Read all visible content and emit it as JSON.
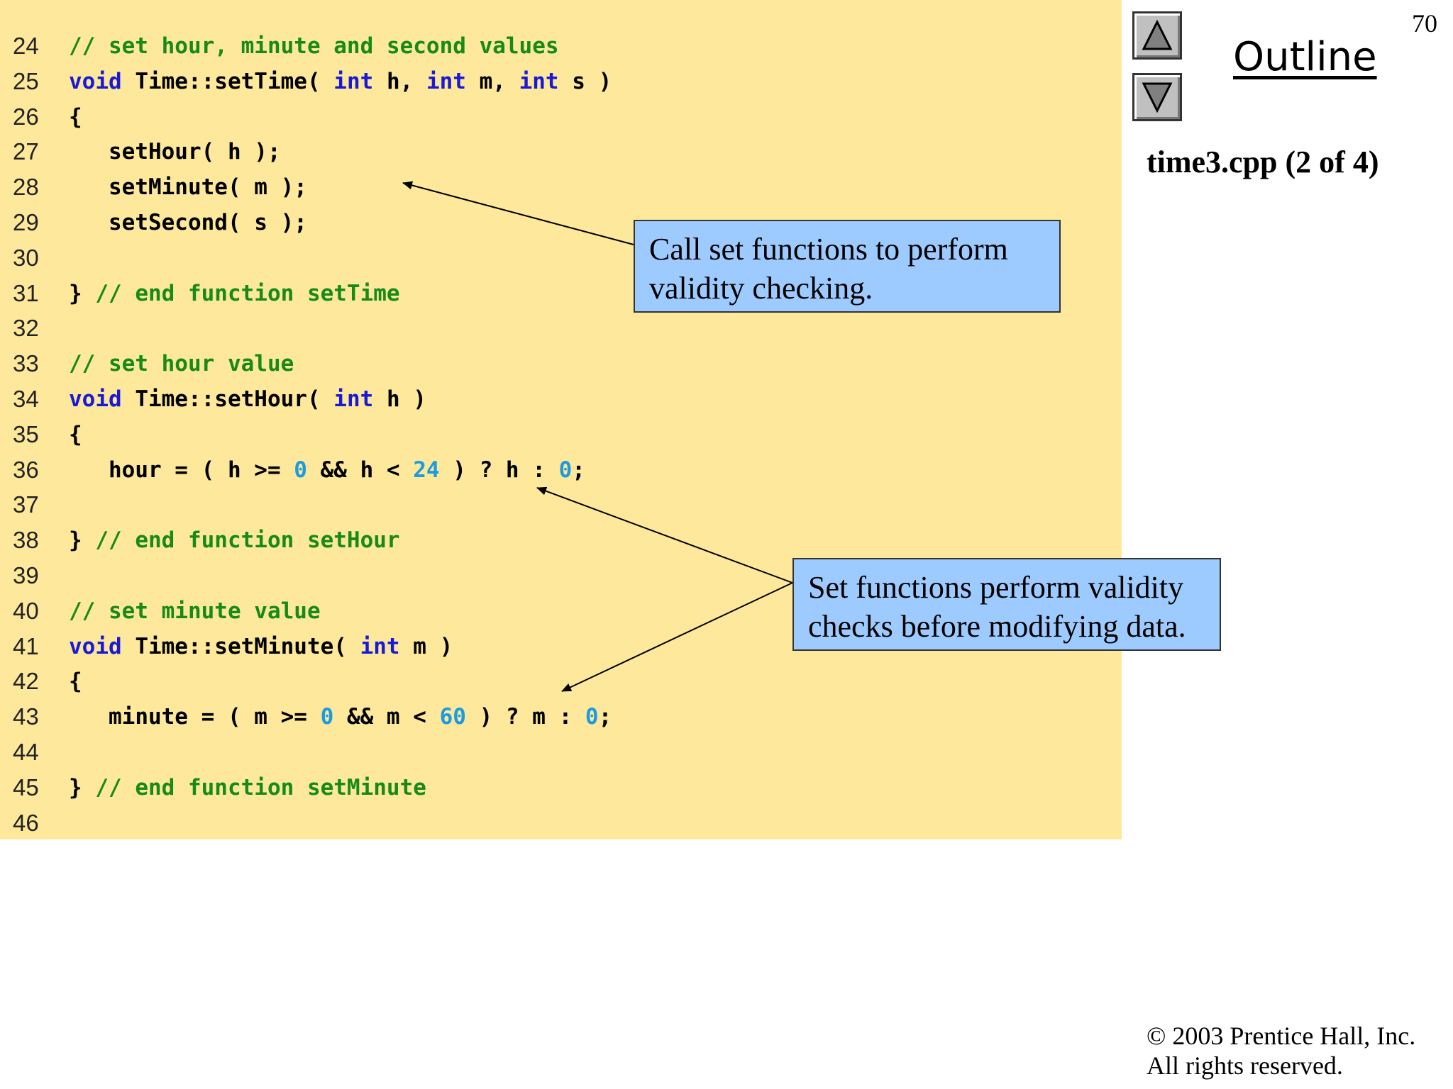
{
  "slide": {
    "page_number": "70",
    "outline_label": "Outline",
    "file_title": "time3.cpp (2 of 4)",
    "copyright_line1": "© 2003 Prentice Hall, Inc.",
    "copyright_line2": "All rights reserved."
  },
  "nav": {
    "up_icon": "triangle-up-icon",
    "down_icon": "triangle-down-icon"
  },
  "colors": {
    "code_background": "#fde89b",
    "keyword": "#1a1ad6",
    "comment": "#178a17",
    "number": "#1d9be0",
    "callout_background": "#9ecbff"
  },
  "code": {
    "lines": [
      {
        "n": "24",
        "tokens": [
          {
            "t": "// set hour, minute and second values",
            "c": "cm"
          }
        ]
      },
      {
        "n": "25",
        "tokens": [
          {
            "t": "void",
            "c": "kw"
          },
          {
            "t": " Time::setTime( ",
            "c": "plain"
          },
          {
            "t": "int",
            "c": "kw"
          },
          {
            "t": " h, ",
            "c": "plain"
          },
          {
            "t": "int",
            "c": "kw"
          },
          {
            "t": " m, ",
            "c": "plain"
          },
          {
            "t": "int",
            "c": "kw"
          },
          {
            "t": " s )",
            "c": "plain"
          }
        ]
      },
      {
        "n": "26",
        "tokens": [
          {
            "t": "{",
            "c": "plain"
          }
        ]
      },
      {
        "n": "27",
        "tokens": [
          {
            "t": "   setHour( h );",
            "c": "plain"
          }
        ]
      },
      {
        "n": "28",
        "tokens": [
          {
            "t": "   setMinute( m );",
            "c": "plain"
          }
        ]
      },
      {
        "n": "29",
        "tokens": [
          {
            "t": "   setSecond( s );",
            "c": "plain"
          }
        ]
      },
      {
        "n": "30",
        "tokens": []
      },
      {
        "n": "31",
        "tokens": [
          {
            "t": "} ",
            "c": "plain"
          },
          {
            "t": "// end function setTime",
            "c": "cm"
          }
        ]
      },
      {
        "n": "32",
        "tokens": []
      },
      {
        "n": "33",
        "tokens": [
          {
            "t": "// set hour value",
            "c": "cm"
          }
        ]
      },
      {
        "n": "34",
        "tokens": [
          {
            "t": "void",
            "c": "kw"
          },
          {
            "t": " Time::setHour( ",
            "c": "plain"
          },
          {
            "t": "int",
            "c": "kw"
          },
          {
            "t": " h )",
            "c": "plain"
          }
        ]
      },
      {
        "n": "35",
        "tokens": [
          {
            "t": "{",
            "c": "plain"
          }
        ]
      },
      {
        "n": "36",
        "tokens": [
          {
            "t": "   hour = ( h >= ",
            "c": "plain"
          },
          {
            "t": "0",
            "c": "num"
          },
          {
            "t": " && h < ",
            "c": "plain"
          },
          {
            "t": "24",
            "c": "num"
          },
          {
            "t": " ) ? h : ",
            "c": "plain"
          },
          {
            "t": "0",
            "c": "num"
          },
          {
            "t": ";",
            "c": "plain"
          }
        ]
      },
      {
        "n": "37",
        "tokens": []
      },
      {
        "n": "38",
        "tokens": [
          {
            "t": "} ",
            "c": "plain"
          },
          {
            "t": "// end function setHour",
            "c": "cm"
          }
        ]
      },
      {
        "n": "39",
        "tokens": []
      },
      {
        "n": "40",
        "tokens": [
          {
            "t": "// set minute value",
            "c": "cm"
          }
        ]
      },
      {
        "n": "41",
        "tokens": [
          {
            "t": "void",
            "c": "kw"
          },
          {
            "t": " Time::setMinute( ",
            "c": "plain"
          },
          {
            "t": "int",
            "c": "kw"
          },
          {
            "t": " m )",
            "c": "plain"
          }
        ]
      },
      {
        "n": "42",
        "tokens": [
          {
            "t": "{",
            "c": "plain"
          }
        ]
      },
      {
        "n": "43",
        "tokens": [
          {
            "t": "   minute = ( m >= ",
            "c": "plain"
          },
          {
            "t": "0",
            "c": "num"
          },
          {
            "t": " && m < ",
            "c": "plain"
          },
          {
            "t": "60",
            "c": "num"
          },
          {
            "t": " ) ? m : ",
            "c": "plain"
          },
          {
            "t": "0",
            "c": "num"
          },
          {
            "t": ";",
            "c": "plain"
          }
        ]
      },
      {
        "n": "44",
        "tokens": []
      },
      {
        "n": "45",
        "tokens": [
          {
            "t": "} ",
            "c": "plain"
          },
          {
            "t": "// end function setMinute",
            "c": "cm"
          }
        ]
      },
      {
        "n": "46",
        "tokens": []
      }
    ]
  },
  "callouts": {
    "first": {
      "line1": "Call set functions to perform",
      "line2": "validity checking."
    },
    "second": {
      "line1": "Set functions perform validity",
      "line2": "checks before modifying data."
    }
  }
}
